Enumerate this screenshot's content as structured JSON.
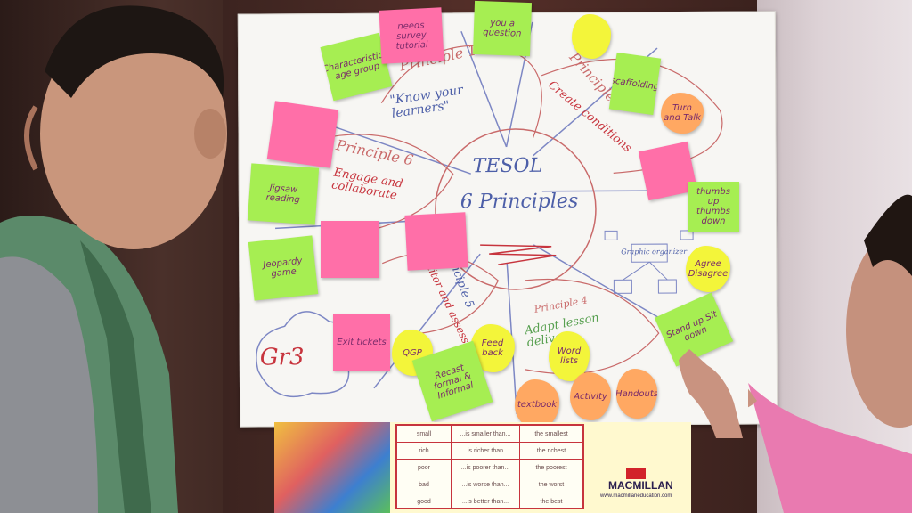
{
  "center": {
    "title_line1": "TESOL",
    "title_line2": "6 Principles"
  },
  "principles": {
    "p1_title": "Principle 1",
    "p1_sub": "\"Know your learners\"",
    "p2_title": "Principle 2",
    "p2_sub": "Create conditions",
    "p4_title": "Principle 4",
    "p4_sub": "Adapt lesson delivery",
    "p5_title": "Principle 5",
    "p5_sub": "Monitor and assess",
    "p6_title": "Principle 6",
    "p6_sub": "Engage and collaborate"
  },
  "notes": {
    "characteristics": "Characteristics age group",
    "top_pink": "needs survey tutorial",
    "you_a_question": "you a question",
    "jigsaw": "Jigsaw reading",
    "jeopardy": "Jeopardy game",
    "exit_tickets": "Exit tickets",
    "qgp": "QGP",
    "feedback": "Feed back",
    "recast": "Recast formal & Informal",
    "wordlist": "Word lists",
    "textbook": "textbook",
    "activity": "Activity",
    "handouts": "Handouts",
    "turn_talk": "Turn and Talk",
    "thumbs": "thumbs up thumbs down",
    "agree": "Agree Disagree",
    "stand_up": "Stand up Sit down",
    "scaffolding": "scaffolding",
    "graphic_organizer": "Graphic organizer"
  },
  "circle_label": "Gr3",
  "sign": {
    "rows": [
      [
        "small",
        "...is smaller than...",
        "the smallest"
      ],
      [
        "rich",
        "...is richer than...",
        "the richest"
      ],
      [
        "poor",
        "...is poorer than...",
        "the poorest"
      ],
      [
        "bad",
        "...is worse than...",
        "the worst"
      ],
      [
        "good",
        "...is better than...",
        "the best"
      ]
    ],
    "brand": "MACMILLAN",
    "url": "www.macmillaneducation.com"
  },
  "colors": {
    "pink": "#ff6fa8",
    "green": "#a6ee52",
    "yellow": "#f3f53a",
    "orange": "#ffa862",
    "ink_blue": "#4d5fa8",
    "ink_red": "#c7343d"
  }
}
